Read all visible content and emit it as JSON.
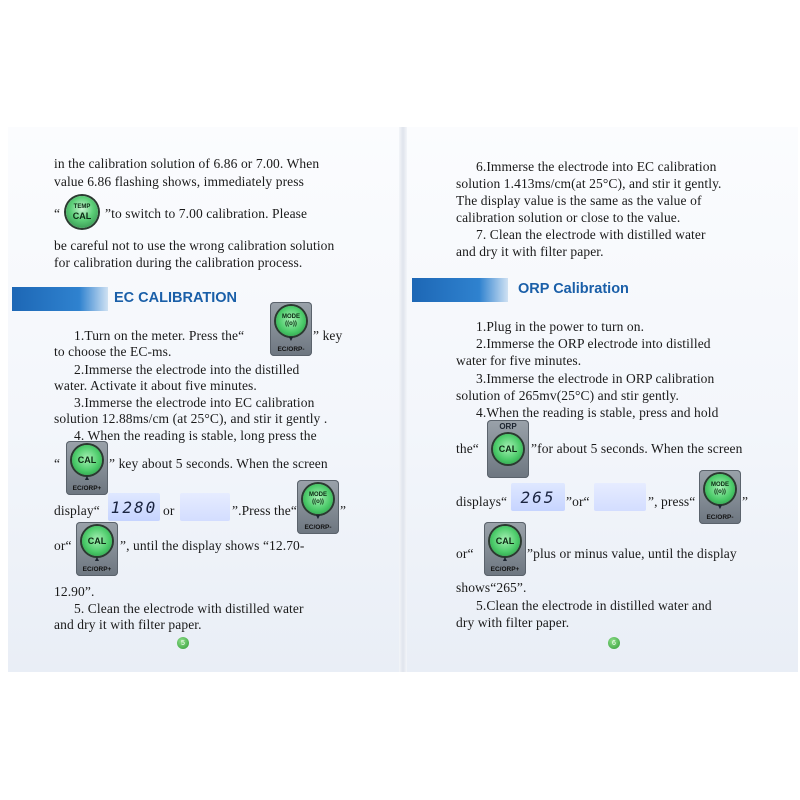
{
  "left_page": {
    "para_intro": [
      "in the calibration solution of 6.86 or 7.00. When",
      "value 6.86 flashing shows, immediately press",
      "”to switch to 7.00 calibration. Please",
      "be careful not to use the wrong calibration solution",
      "for calibration during the calibration process."
    ],
    "open_quote": "“",
    "temp_cal_key": {
      "top": "TEMP",
      "bottom": "CAL"
    },
    "heading": "EC CALIBRATION",
    "steps": {
      "s1a": "1.Turn on the meter. Press the“",
      "s1b": "” key",
      "s1c": "to choose the EC-ms.",
      "s2a": "2.Immerse the electrode into the distilled",
      "s2b": "water. Activate it about five minutes.",
      "s3a": "3.Immerse the electrode into EC calibration",
      "s3b": "solution 12.88ms/cm (at 25°C), and stir it gently .",
      "s4a": "4. When the reading is stable, long press the",
      "s4b_q": "“",
      "s4b": "” key about 5 seconds. When the screen",
      "s4c_pre": "display“",
      "s4c_or": "or",
      "s4c_post": "”.Press the“",
      "s4c_end": "”",
      "s4d_or": "or“",
      "s4d_post": "”,   until the display shows “12.70-",
      "s4e": "12.90”.",
      "s5a": "5. Clean the electrode with distilled water",
      "s5b": "and dry it with filter paper."
    },
    "mode_key": {
      "label": "MODE",
      "sub": "EC/ORP-"
    },
    "cal_key": {
      "label": "CAL",
      "sub": "EC/ORP+"
    },
    "lcd_reading": "1280"
  },
  "right_page": {
    "steps_top": [
      "6.Immerse the electrode into EC calibration",
      "solution 1.413ms/cm(at 25°C), and stir it gently.",
      "The display value is the same as the value of",
      "calibration solution or close to the value.",
      "7. Clean the electrode with distilled water",
      "and dry it with filter paper."
    ],
    "heading": "ORP Calibration",
    "steps": {
      "s1": "1.Plug in the power to turn on.",
      "s2a": "2.Immerse the ORP electrode into distilled",
      "s2b": "water for five minutes.",
      "s3a": "3.Immerse the electrode in ORP calibration",
      "s3b": "solution of 265mv(25°C) and stir gently.",
      "s4a": "4.When the reading is stable, press and hold",
      "s4b_pre": "the“",
      "s4b_post": "”for about 5 seconds. When the screen",
      "s4c_pre": "displays“",
      "s4c_or": "”or“",
      "s4c_press": "”, press“",
      "s4c_end": "”",
      "s4d_pre": "or“",
      "s4d_post": "”plus or minus value, until the display",
      "s4e": "shows“265”.",
      "s5a": "5.Clean the electrode in distilled water and",
      "s5b": "dry with filter paper."
    },
    "orp_cal_key": {
      "top": "ORP",
      "label": "CAL"
    },
    "mode_key": {
      "label": "MODE",
      "sub": "EC/ORP-"
    },
    "cal_key": {
      "label": "CAL",
      "sub": "EC/ORP+"
    },
    "lcd_reading": "265"
  },
  "colors": {
    "accent_blue": "#1a5fa8",
    "band_blue": "#2272c0",
    "button_green": "#4ccb6a"
  },
  "page_numbers": {
    "left": "5",
    "right": "6"
  }
}
